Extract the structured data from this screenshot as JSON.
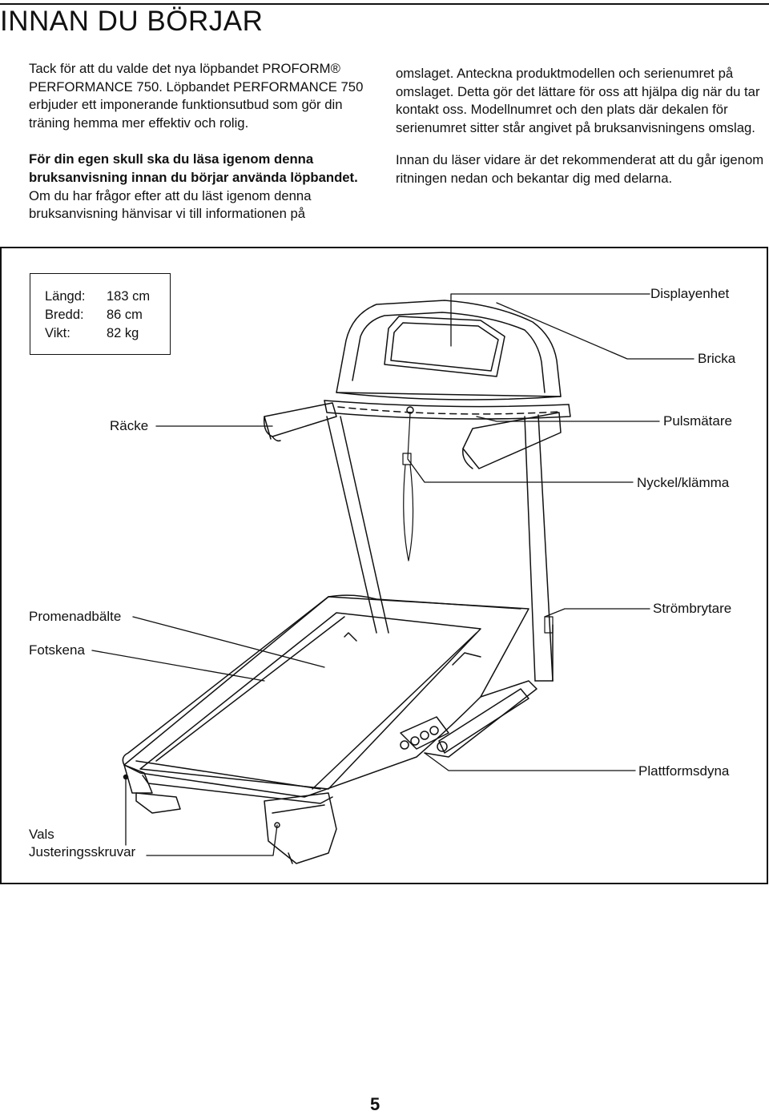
{
  "header": {
    "title": "INNAN DU BÖRJAR"
  },
  "intro": {
    "left_p1": "Tack för att du valde det nya löpbandet PROFORM® PERFORMANCE 750. Löpbandet PERFORMANCE 750 erbjuder ett imponerande funktionsutbud som gör din träning hemma mer effektiv och rolig.",
    "left_p2_bold": "För din egen skull ska du läsa igenom denna bruksanvisning innan du börjar använda löp­bandet.",
    "left_p2_rest": " Om du har frågor efter att du läst igenom denna bruksanvisning hänvisar vi till informationen på",
    "right_p1": "omslaget. Anteckna produktmodellen och serienumret på omslaget. Detta gör det lättare för oss att hjälpa dig när du tar kontakt oss. Modellnumret och den plats där dekalen för serienumret sitter står angivet på bruksan­visningens omslag.",
    "right_p2": "Innan du läser vidare är det rekommenderat att du går igenom ritningen nedan och bekantar dig med delarna."
  },
  "specs": {
    "length_label": "Längd:",
    "length_value": "183 cm",
    "width_label": "Bredd:",
    "width_value": "86 cm",
    "weight_label": "Vikt:",
    "weight_value": "82 kg"
  },
  "labels": {
    "display": "Displayenhet",
    "tray": "Bricka",
    "handrail": "Räcke",
    "pulse": "Pulsmätare",
    "key": "Nyckel/klämma",
    "belt": "Promenadbälte",
    "footrail": "Fotskena",
    "power": "Strömbrytare",
    "platform": "Plattformsdyna",
    "roller": "Vals",
    "screws": "Justeringsskruvar"
  },
  "footer": {
    "page_number": "5"
  }
}
